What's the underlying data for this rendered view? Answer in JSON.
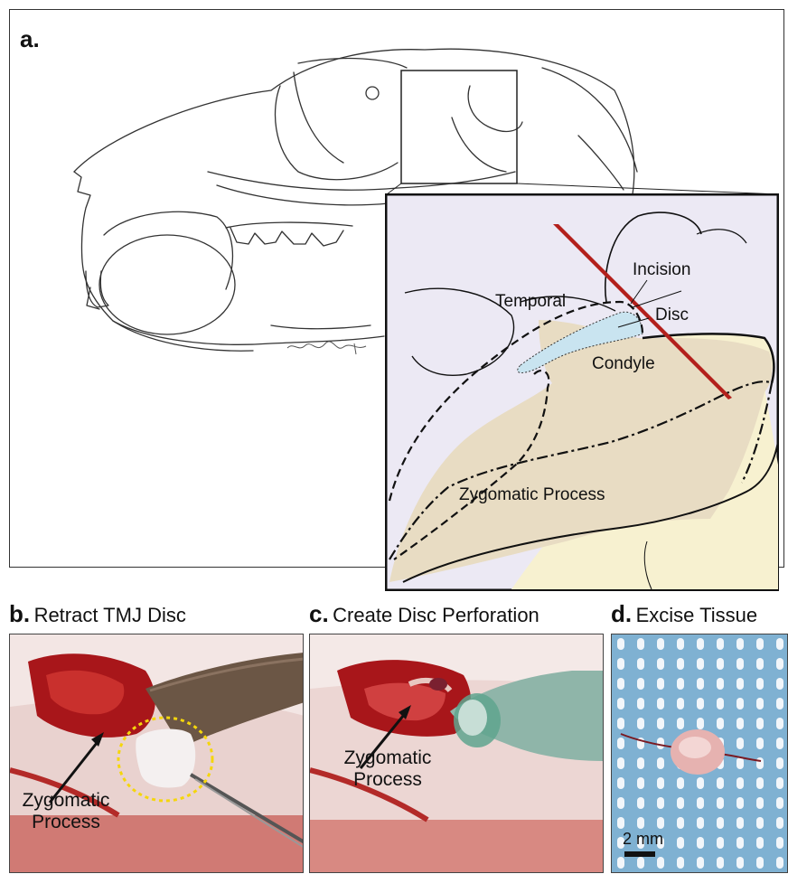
{
  "panel_a": {
    "letter": "a.",
    "labels": {
      "incision": "Incision",
      "temporal": "Temporal",
      "disc": "Disc",
      "condyle": "Condyle",
      "zygomatic": "Zygomatic Process"
    }
  },
  "panel_b": {
    "letter": "b.",
    "title": "Retract TMJ Disc",
    "label_line1": "Zygomatic",
    "label_line2": "Process"
  },
  "panel_c": {
    "letter": "c.",
    "title": "Create Disc Perforation",
    "label_line1": "Zygomatic",
    "label_line2": "Process"
  },
  "panel_d": {
    "letter": "d.",
    "title": "Excise Tissue",
    "scale_label": "2 mm"
  },
  "colors": {
    "incision_red": "#b3201c",
    "disc_blue": "#c9e4f0",
    "bone_beige": "#e8dcc3",
    "inset_lavender": "#ece9f4",
    "condyle_yellow": "#f7f1d0",
    "highlight_yellow": "#f5d60c"
  }
}
